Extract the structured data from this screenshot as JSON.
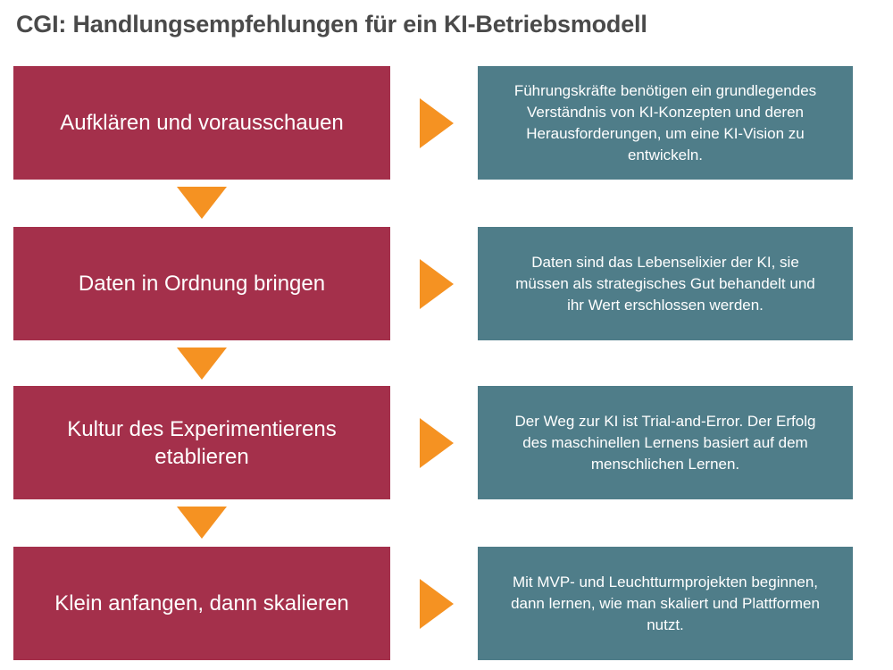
{
  "title": "CGI: Handlungsempfehlungen für ein KI-Betriebsmodell",
  "colors": {
    "step_box": "#a4304b",
    "description_box": "#4f7d89",
    "arrow": "#f59222",
    "title_text": "#4a4a4a"
  },
  "steps": [
    {
      "label": "Aufklären und vorausschauen",
      "description": "Führungskräfte benötigen ein grundlegendes Verständnis von KI-Konzepten und deren Herausforderungen, um eine KI-Vision zu entwickeln."
    },
    {
      "label": "Daten in Ordnung bringen",
      "description": "Daten sind das Lebenselixier der KI, sie müssen als strategisches Gut behandelt und ihr Wert erschlossen werden."
    },
    {
      "label": "Kultur des Experimentierens etablieren",
      "description": "Der Weg zur KI ist Trial-and-Error. Der Erfolg des maschinellen Lernens basiert auf dem menschlichen Lernen."
    },
    {
      "label": "Klein anfangen, dann skalieren",
      "description": "Mit MVP- und Leuchtturmprojekten beginnen, dann lernen, wie man skaliert und Plattformen nutzt."
    }
  ]
}
